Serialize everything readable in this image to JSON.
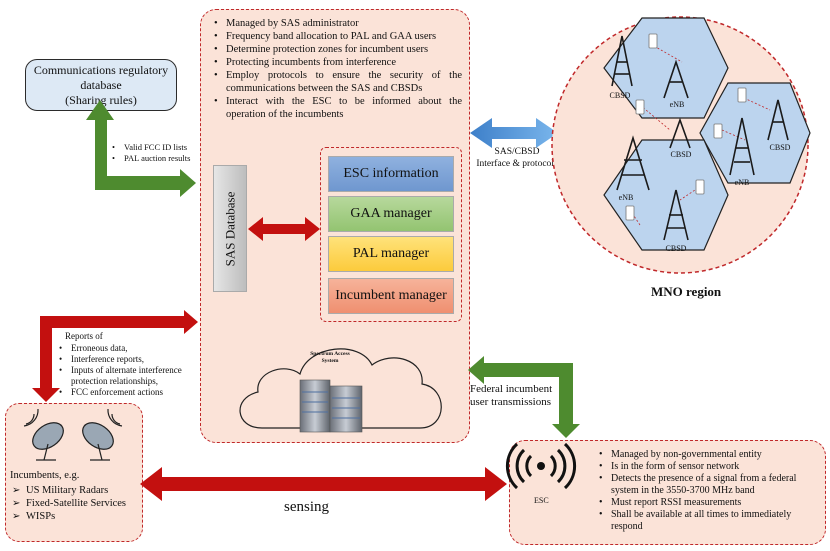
{
  "regulatory_db": {
    "line1": "Communications regulatory",
    "line2": "database",
    "line3": "(Sharing rules)"
  },
  "fcc_items": [
    "Valid FCC ID lists",
    "PAL auction results"
  ],
  "sas_bullets": [
    "Managed by SAS administrator",
    "Frequency band allocation to PAL and GAA users",
    "Determine protection zones for incumbent users",
    "Protecting incumbents from interference",
    "Employ protocols to ensure the security of the communications between the SAS and CBSDs",
    "Interact with the ESC to be informed about the operation of the incumbents"
  ],
  "sas_database": "SAS Database",
  "managers": {
    "esc": "ESC information",
    "gaa": "GAA manager",
    "pal": "PAL manager",
    "incumbent": "Incumbent manager"
  },
  "cloud": {
    "line1": "Spectrum Access",
    "line2": "System"
  },
  "sas_cbsd": {
    "line1": "SAS/CBSD",
    "line2": "Interface & protocols"
  },
  "mno": {
    "title": "MNO region",
    "cbsd": "CBSD",
    "enb": "eNB"
  },
  "reports": {
    "title": "Reports of",
    "items": [
      "Erroneous data,",
      "Interference reports,",
      "Inputs of alternate interference protection relationships,",
      "FCC enforcement actions"
    ]
  },
  "federal": {
    "line1": "Federal incumbent",
    "line2": "user transmissions"
  },
  "incumbents": {
    "title": "Incumbents, e.g.",
    "items": [
      "US Military Radars",
      "Fixed-Satellite Services",
      "WISPs"
    ]
  },
  "sensing": "sensing",
  "esc": {
    "label": "ESC",
    "items": [
      "Managed by non-governmental entity",
      "Is in the form of sensor network",
      "Detects the presence of a signal from a federal system in the 3550-3700 MHz band",
      "Must report RSSI measurements",
      "Shall be available at all times to immediately respond"
    ]
  },
  "colors": {
    "green": "#4e8b2f",
    "red": "#c3100f",
    "blue": "#4a90d6",
    "salmon": "#fbe3d8",
    "dash": "#c0282a"
  }
}
